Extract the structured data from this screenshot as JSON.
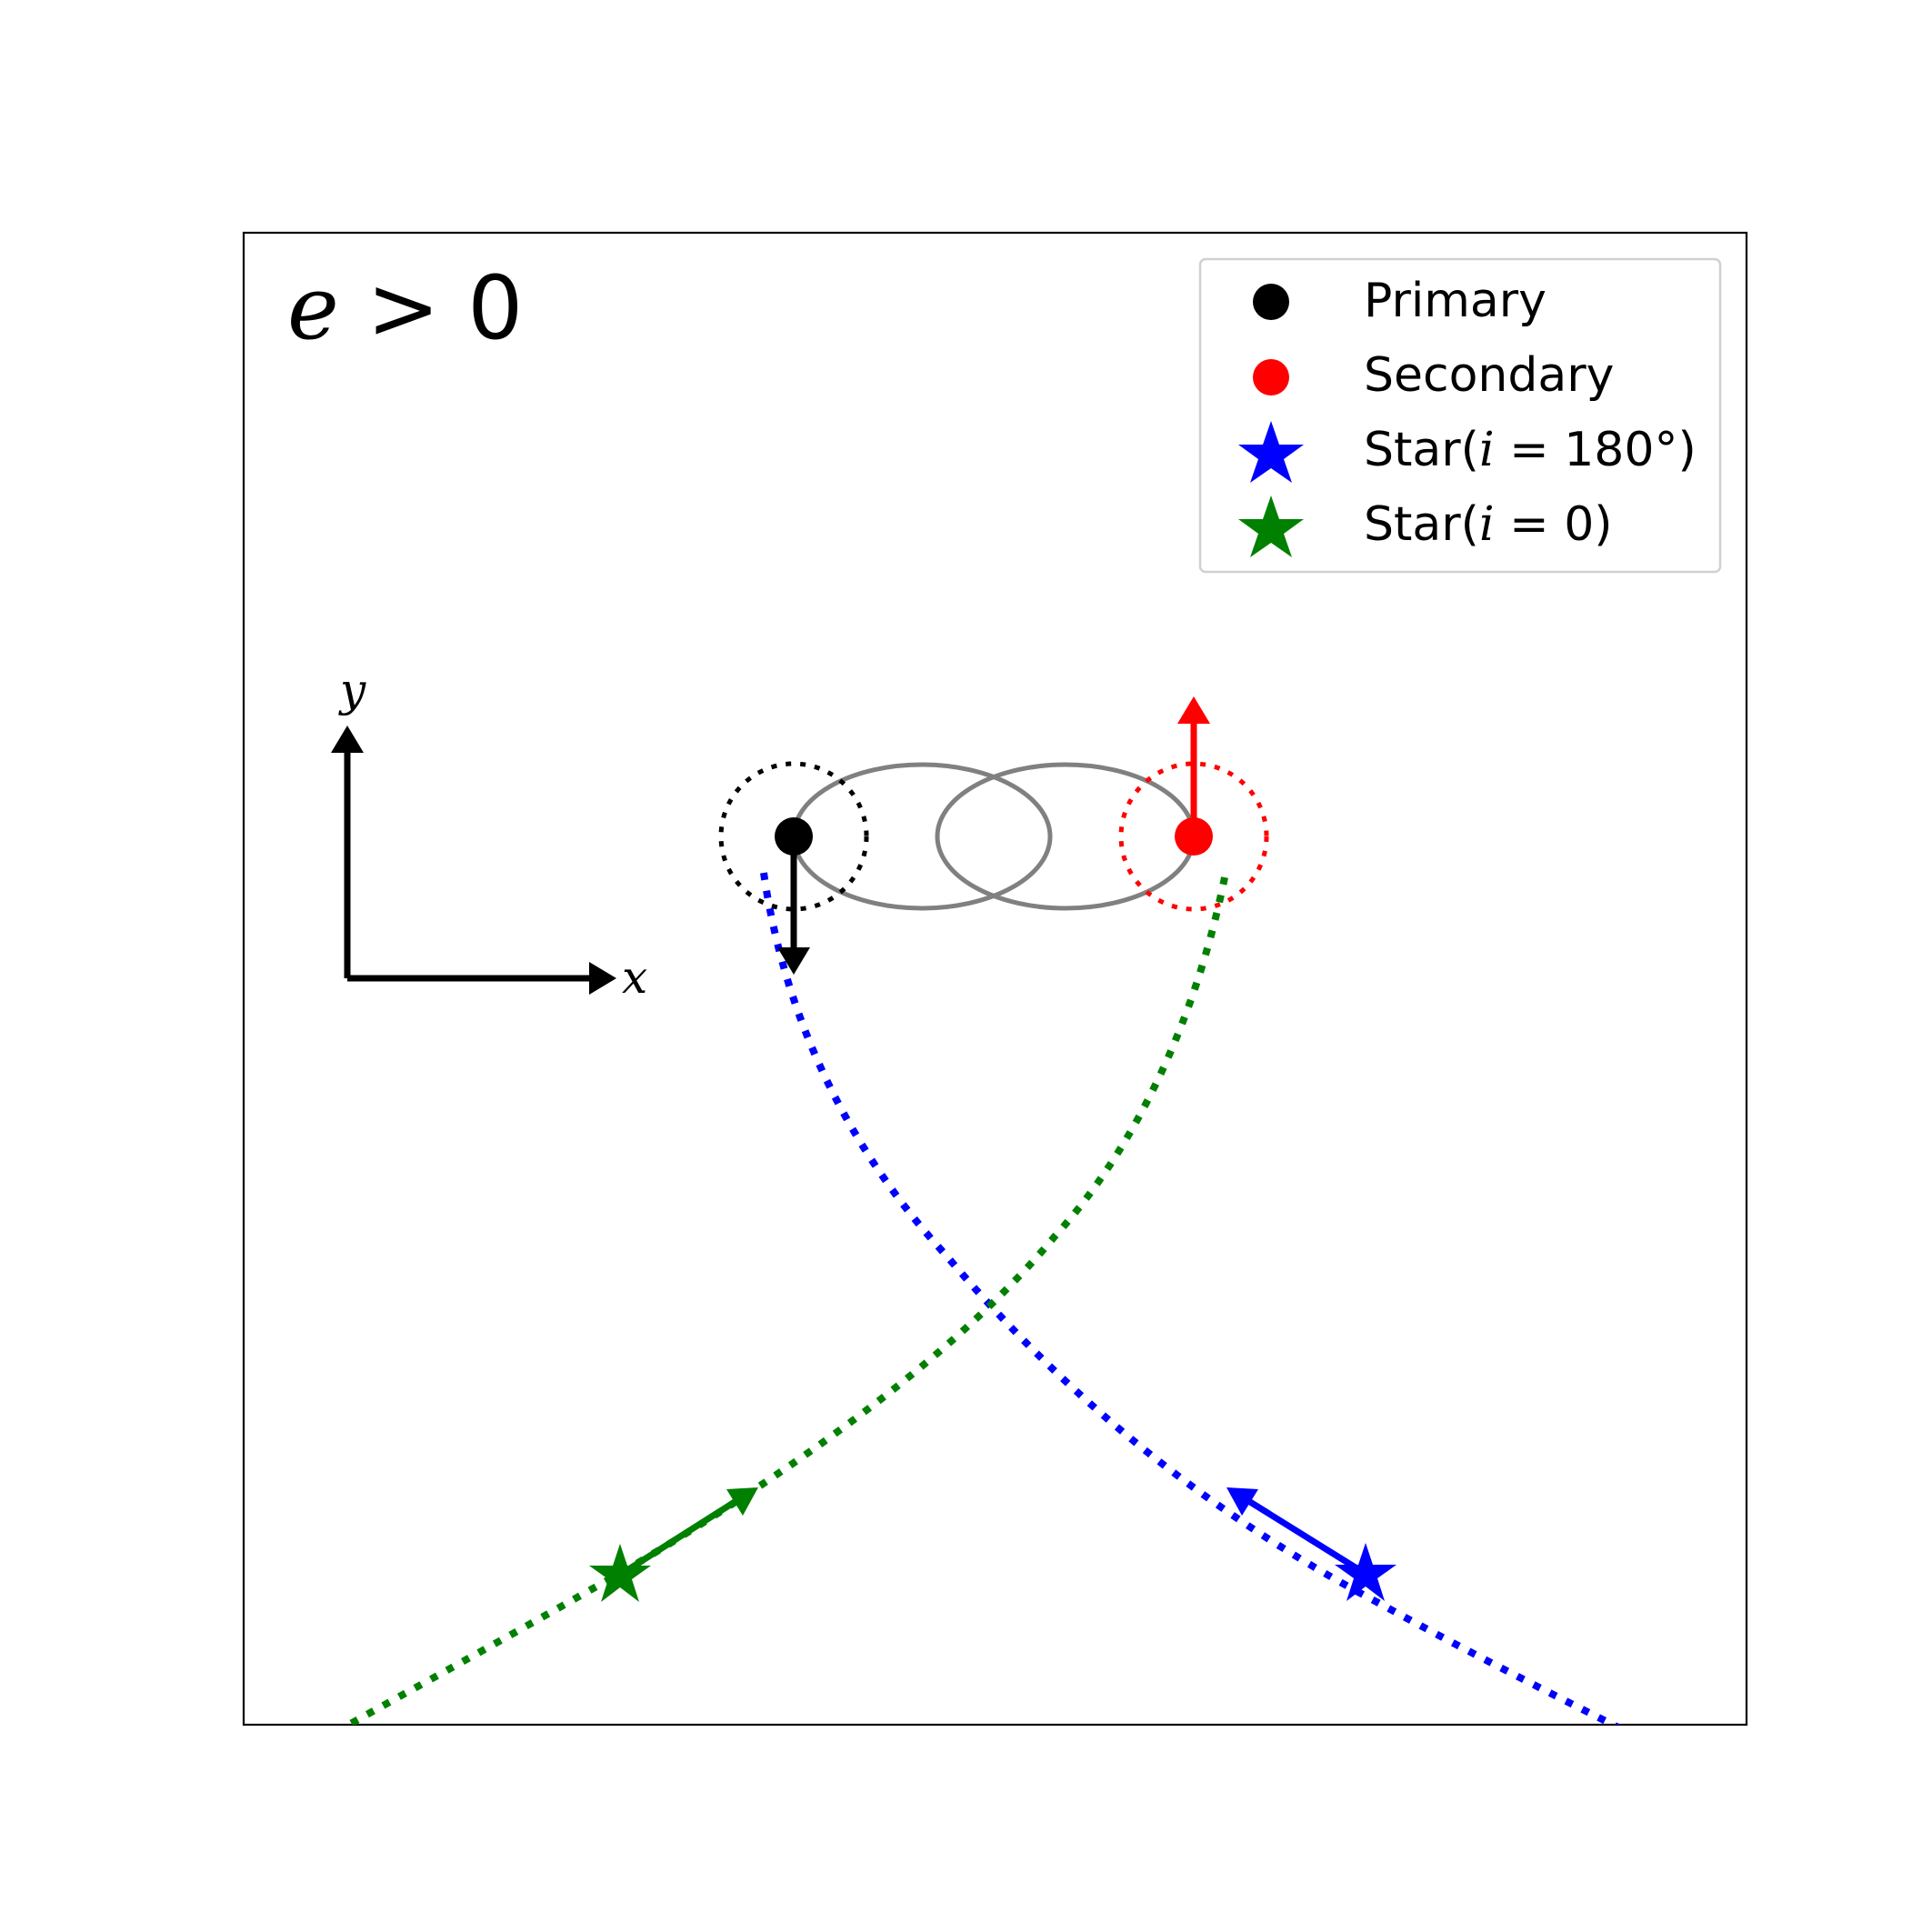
{
  "panel_label": {
    "var": "e",
    "rest": " > 0"
  },
  "legend": {
    "items": [
      {
        "label": "Primary",
        "marker": "circle",
        "color": "#000000"
      },
      {
        "label": "Secondary",
        "marker": "circle",
        "color": "#ff0000"
      },
      {
        "label_prefix": "Star(",
        "label_var": "i",
        "label_suffix": " = 180°)",
        "marker": "star",
        "color": "#0000ff"
      },
      {
        "label_prefix": "Star(",
        "label_var": "i",
        "label_suffix": " = 0)",
        "marker": "star",
        "color": "#008000"
      }
    ]
  },
  "axes_indicator": {
    "x_label": "x",
    "y_label": "y"
  },
  "colors": {
    "primary": "#000000",
    "secondary": "#ff0000",
    "star_retro": "#0000ff",
    "star_pro": "#008000",
    "orbit": "#808080"
  }
}
